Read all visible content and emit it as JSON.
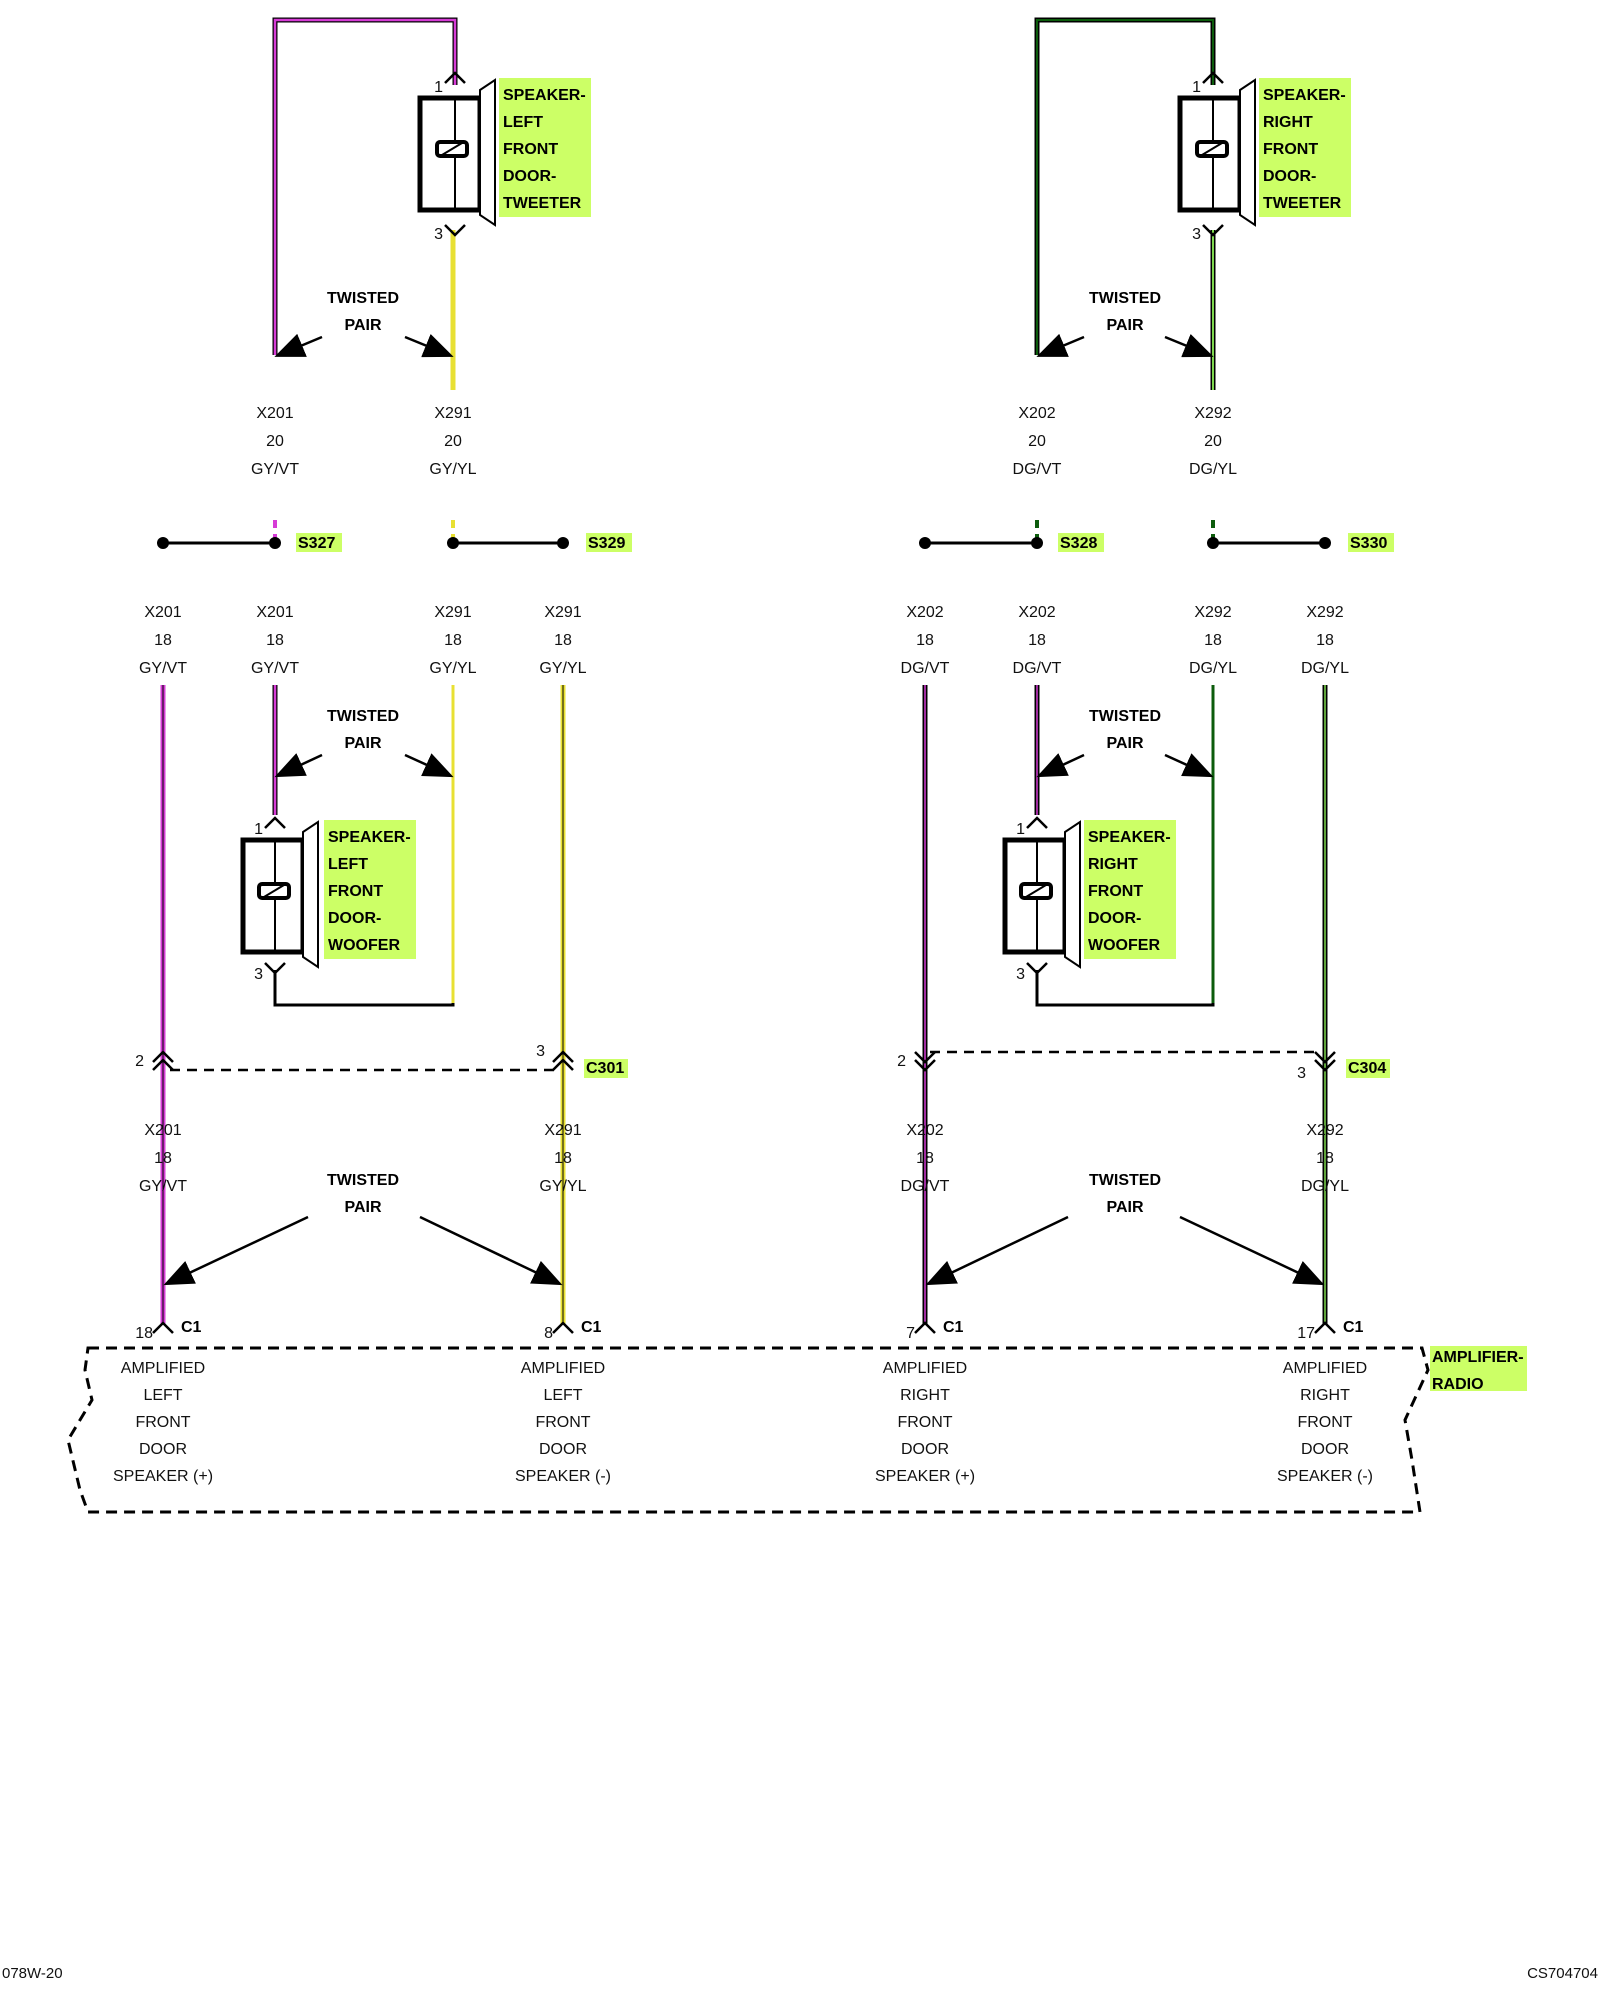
{
  "twisted_pair": [
    "TWISTED",
    "PAIR"
  ],
  "speakers": {
    "left_tweeter": [
      "SPEAKER-",
      "LEFT",
      "FRONT",
      "DOOR-",
      "TWEETER"
    ],
    "right_tweeter": [
      "SPEAKER-",
      "RIGHT",
      "FRONT",
      "DOOR-",
      "TWEETER"
    ],
    "left_woofer": [
      "SPEAKER-",
      "LEFT",
      "FRONT",
      "DOOR-",
      "WOOFER"
    ],
    "right_woofer": [
      "SPEAKER-",
      "RIGHT",
      "FRONT",
      "DOOR-",
      "WOOFER"
    ]
  },
  "speaker_pins": {
    "pos": "1",
    "neg": "3"
  },
  "wires_top": [
    [
      "X201",
      "20",
      "GY/VT"
    ],
    [
      "X291",
      "20",
      "GY/YL"
    ],
    [
      "X202",
      "20",
      "DG/VT"
    ],
    [
      "X292",
      "20",
      "DG/YL"
    ]
  ],
  "wires_mid": [
    [
      "X201",
      "18",
      "GY/VT"
    ],
    [
      "X201",
      "18",
      "GY/VT"
    ],
    [
      "X291",
      "18",
      "GY/YL"
    ],
    [
      "X291",
      "18",
      "GY/YL"
    ],
    [
      "X202",
      "18",
      "DG/VT"
    ],
    [
      "X202",
      "18",
      "DG/VT"
    ],
    [
      "X292",
      "18",
      "DG/YL"
    ],
    [
      "X292",
      "18",
      "DG/YL"
    ]
  ],
  "wires_low": [
    [
      "X201",
      "18",
      "GY/VT"
    ],
    [
      "X291",
      "18",
      "GY/YL"
    ],
    [
      "X202",
      "18",
      "DG/VT"
    ],
    [
      "X292",
      "18",
      "DG/YL"
    ]
  ],
  "splices": [
    "S327",
    "S329",
    "S328",
    "S330"
  ],
  "connectors_inline": {
    "c301": {
      "name": "C301",
      "pin_left": "2",
      "pin_right": "3"
    },
    "c304": {
      "name": "C304",
      "pin_left": "2",
      "pin_right": "3"
    }
  },
  "amp_pins": [
    {
      "pin": "18",
      "conn": "C1"
    },
    {
      "pin": "8",
      "conn": "C1"
    },
    {
      "pin": "7",
      "conn": "C1"
    },
    {
      "pin": "17",
      "conn": "C1"
    }
  ],
  "amp_circuits": [
    [
      "AMPLIFIED",
      "LEFT",
      "FRONT",
      "DOOR",
      "SPEAKER (+)"
    ],
    [
      "AMPLIFIED",
      "LEFT",
      "FRONT",
      "DOOR",
      "SPEAKER (-)"
    ],
    [
      "AMPLIFIED",
      "RIGHT",
      "FRONT",
      "DOOR",
      "SPEAKER (+)"
    ],
    [
      "AMPLIFIED",
      "RIGHT",
      "FRONT",
      "DOOR",
      "SPEAKER (-)"
    ]
  ],
  "module": [
    "AMPLIFIER-",
    "RADIO"
  ],
  "footer": {
    "left": "078W-20",
    "right": "CS704704"
  },
  "colors": {
    "violet": "#d63bd6",
    "yellow": "#e8e033",
    "dark_green": "#0c5c0c",
    "highlight": "#ccff66",
    "ink": "#000000"
  }
}
